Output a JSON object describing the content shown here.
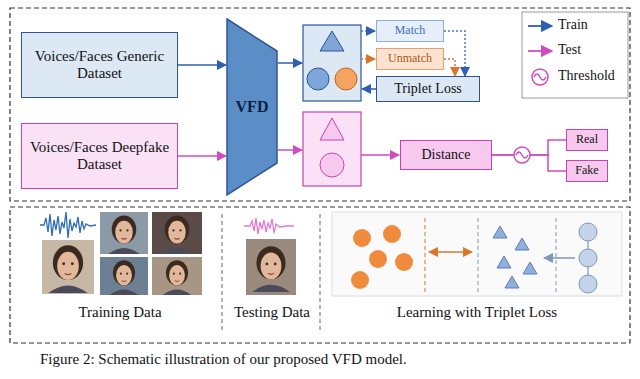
{
  "diagram": {
    "caption": "Figure 2: Schematic illustration of our proposed VFD model.",
    "nodes": [
      {
        "text": [
          "Voices/Faces Generic Dataset"
        ]
      },
      {
        "text": [
          "Voices/Faces Deepfake Dataset"
        ]
      },
      {
        "text": [
          "VFD"
        ]
      },
      {
        "text": [
          "Match"
        ]
      },
      {
        "text": [
          "Unmatch"
        ]
      },
      {
        "text": [
          "Triplet Loss"
        ]
      },
      {
        "text": [
          "Distance"
        ]
      },
      {
        "text": [
          "Real"
        ]
      },
      {
        "text": [
          "Fake"
        ]
      }
    ],
    "edges": [
      {
        "from": 0,
        "to": 2,
        "arrow": "to"
      },
      {
        "from": 1,
        "to": 2,
        "arrow": "to"
      },
      {
        "from": 3,
        "to": 5,
        "arrow": "to"
      },
      {
        "from": 4,
        "to": 5,
        "arrow": "to"
      },
      {
        "from": 6,
        "to": 7,
        "arrow": "none"
      },
      {
        "from": 6,
        "to": 8,
        "arrow": "none"
      }
    ],
    "labels": [
      "Training Data",
      "Testing Data",
      "Learning with Triplet Loss"
    ],
    "legend": [
      {
        "text": "Train"
      },
      {
        "text": "Test"
      },
      {
        "text": "Threshold"
      }
    ]
  }
}
